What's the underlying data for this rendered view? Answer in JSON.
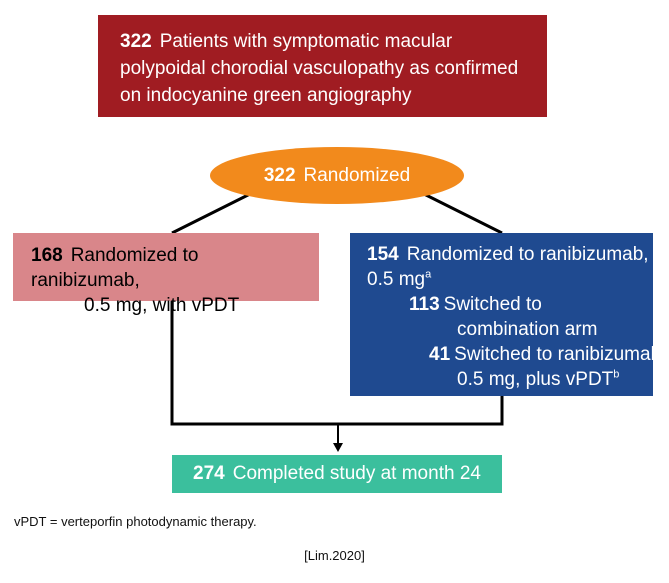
{
  "top_box": {
    "count": "322",
    "text": "Patients with symptomatic macular polypoidal chorodial vasculopathy as confirmed on indocyanine green angiography"
  },
  "randomized": {
    "count": "322",
    "text": "Randomized"
  },
  "left_arm": {
    "count": "168",
    "line1": "Randomized to ranibizumab,",
    "line2": "0.5 mg, with vPDT"
  },
  "right_arm": {
    "count": "154",
    "line1": "Randomized to ranibizumab,",
    "line2": "0.5 mg",
    "line2_sup": "a",
    "sub1_count": "113",
    "sub1_line1": "Switched to",
    "sub1_line2": "combination arm",
    "sub2_count": "41",
    "sub2_line1": "Switched to ranibizumab,",
    "sub2_line2": "0.5 mg, plus vPDT",
    "sub2_sup": "b"
  },
  "completed": {
    "count": "274",
    "text": "Completed study at month 24"
  },
  "footnote": "vPDT = verteporfin photodynamic therapy.",
  "citation": "[Lim.2020]",
  "colors": {
    "top_box": "#a01c22",
    "randomized_ellipse": "#f28a1c",
    "left_arm": "#d9868a",
    "right_arm": "#1f4a90",
    "completed": "#3bbf9d"
  }
}
